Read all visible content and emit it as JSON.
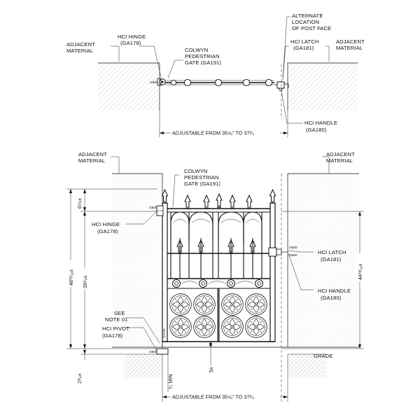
{
  "plan_view": {
    "adjacent_left": [
      "ADJACENT",
      "MATERIAL"
    ],
    "adjacent_right": [
      "ADJACENT",
      "MATERIAL"
    ],
    "hinge": [
      "HCI HINGE",
      "(GA178)"
    ],
    "gate": [
      "COLWYN",
      "PEDESTRIAN",
      "GATE (GA191)"
    ],
    "alternate": [
      "ALTERNATE",
      "LOCATION",
      "OF POST FACE"
    ],
    "latch": [
      "HCI LATCH",
      "(GA181)"
    ],
    "handle": [
      "HCI HANDLE",
      "(GA180)"
    ],
    "width_dim": "ADJUSTABLE FROM 35⁵⁄₈\" TO 37³⁄₄",
    "tag": "GB00"
  },
  "elevation": {
    "adjacent_left": [
      "ADJACENT",
      "MATERIAL"
    ],
    "adjacent_right": [
      "ADJACENT",
      "MATERIAL"
    ],
    "gate": [
      "COLWYN",
      "PEDESTRIAN",
      "GATE (GA191)"
    ],
    "hinge": [
      "HCI HINGE",
      "(GA178)"
    ],
    "note": [
      "SEE",
      "NOTE 01"
    ],
    "pivot": [
      "HCI PIVOT",
      "(GA178)"
    ],
    "latch": [
      "HCI LATCH",
      "(GA181)"
    ],
    "handle": [
      "HCI HANDLE",
      "(GA180)"
    ],
    "grade": "GRADE",
    "dim_top": "6⁵⁄₈±",
    "dim_overall": "48¹¹⁄₁₆±",
    "dim_gate": "39¹⁄₄±",
    "dim_right": "44¹³⁄₁₆±",
    "dim_bottom": "2³⁄₄±",
    "dim_clear": "5±",
    "dim_min": "¹⁄₂ MIN",
    "width_dim": "ADJUSTABLE FROM 35⁵⁄₈\" TO 37³⁄₄",
    "gate_tag": "GA191",
    "tags": [
      "GB00",
      "GB00",
      "GB00",
      "GB00"
    ]
  },
  "icons": [
    "hatch-pattern",
    "finial-spear",
    "quatrefoil-panel"
  ]
}
